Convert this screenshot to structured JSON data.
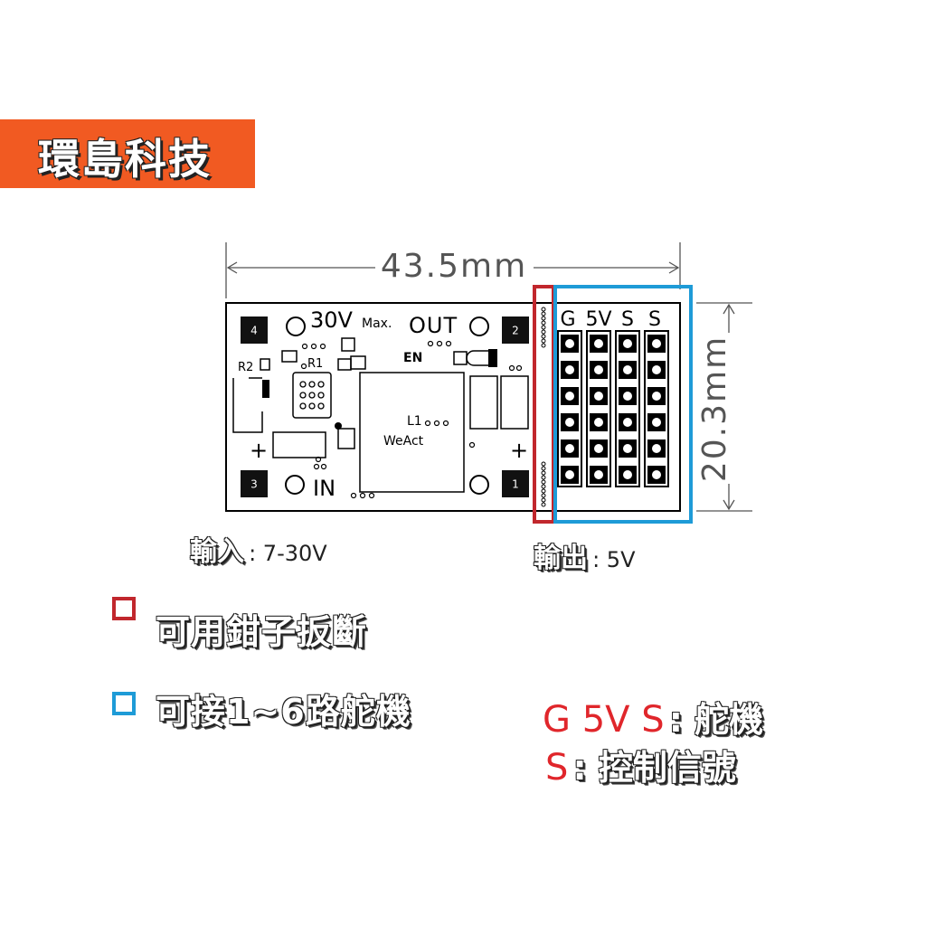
{
  "brand": {
    "name": "環島科技",
    "color": "#f15a22"
  },
  "dimensions": {
    "width": "43.5mm",
    "height": "20.3mm"
  },
  "board": {
    "title": "30V",
    "max": "Max.",
    "out": "OUT",
    "en": "EN",
    "in": "IN",
    "r2": "R2",
    "r1": "R1",
    "l1": "L1",
    "maker": "WeAct",
    "plus": "+",
    "pin_headers": [
      "G",
      "5V",
      "S",
      "S"
    ],
    "hole_labels": [
      "4",
      "2",
      "3",
      "1"
    ]
  },
  "io": {
    "input_label": "輸入",
    "input_value": ": 7-30V",
    "output_label": "輸出",
    "output_value": ":  5V"
  },
  "legend": {
    "red_box_text": "可用鉗子扳斷",
    "red_box_color": "#c1272d",
    "blue_box_text": "可接1~6路舵機",
    "blue_box_color": "#1e9bd7",
    "pins_term": "G 5V S",
    "pins_desc": ": 舵機",
    "signal_term": "S",
    "signal_desc": ": 控制信號"
  }
}
